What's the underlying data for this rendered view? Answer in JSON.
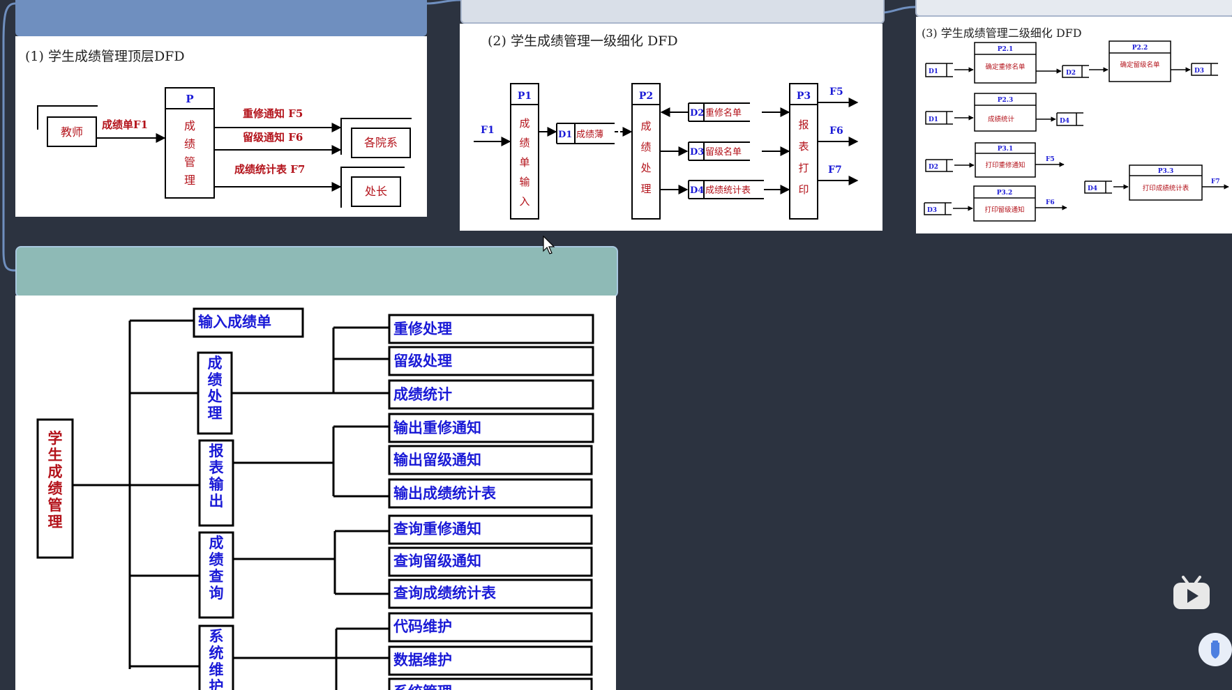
{
  "colors": {
    "background": "#2c3340",
    "bar_blue": "#6f8fbf",
    "bar_light": "#d9dfe8",
    "bar_teal": "#8ebab6",
    "text_blue": "#1a1ad6",
    "text_red": "#b3121a"
  },
  "panel1": {
    "title": "(1) 学生成绩管理顶层DFD",
    "process_id": "P",
    "process_name": [
      "成",
      "绩",
      "管",
      "理"
    ],
    "source": "教师",
    "in_flow": "成绩单F1",
    "sinks": [
      "各院系",
      "处长"
    ],
    "out_flows": [
      "重修通知 F5",
      "留级通知 F6",
      "成绩统计表 F7"
    ]
  },
  "panel2": {
    "title": "(2) 学生成绩管理一级细化 DFD",
    "input_flow": "F1",
    "p1": {
      "id": "P1",
      "name": [
        "成",
        "绩",
        "单",
        "输",
        "入"
      ]
    },
    "p2": {
      "id": "P2",
      "name": [
        "成",
        "绩",
        "处",
        "理"
      ]
    },
    "p3": {
      "id": "P3",
      "name": [
        "报",
        "表",
        "打",
        "印"
      ]
    },
    "stores": [
      {
        "id": "D1",
        "name": "成绩薄"
      },
      {
        "id": "D2",
        "name": "重修名单"
      },
      {
        "id": "D3",
        "name": "留级名单"
      },
      {
        "id": "D4",
        "name": "成绩统计表"
      }
    ],
    "outputs": [
      "F5",
      "F6",
      "F7"
    ]
  },
  "panel3": {
    "title": "(3) 学生成绩管理二级细化 DFD",
    "processes": [
      {
        "id": "P2.1",
        "name": "确定重修名单"
      },
      {
        "id": "P2.2",
        "name": "确定留级名单"
      },
      {
        "id": "P2.3",
        "name": "成绩统计"
      },
      {
        "id": "P3.1",
        "name": "打印重修通知"
      },
      {
        "id": "P3.2",
        "name": "打印留级通知"
      },
      {
        "id": "P3.3",
        "name": "打印成绩统计表"
      }
    ],
    "stores": [
      "D1",
      "D2",
      "D3",
      "D1",
      "D4",
      "D2",
      "D3",
      "D4"
    ],
    "flows": [
      "F5",
      "F6",
      "F7"
    ]
  },
  "tree": {
    "root": [
      "学",
      "生",
      "成",
      "绩",
      "管",
      "理"
    ],
    "input": "输入成绩单",
    "groups": [
      {
        "name": [
          "成",
          "绩",
          "处",
          "理"
        ],
        "children": [
          "重修处理",
          "留级处理",
          "成绩统计"
        ]
      },
      {
        "name": [
          "报",
          "表",
          "输",
          "出"
        ],
        "children": [
          "输出重修通知",
          "输出留级通知",
          "输出成绩统计表"
        ]
      },
      {
        "name": [
          "成",
          "绩",
          "查",
          "询"
        ],
        "children": [
          "查询重修通知",
          "查询留级通知",
          "查询成绩统计表"
        ]
      },
      {
        "name": [
          "系",
          "统",
          "维",
          "护"
        ],
        "children": [
          "代码维护",
          "数据维护",
          "系统管理"
        ]
      }
    ]
  },
  "floating": {
    "play_icon": "play-icon",
    "shield_icon": "shield-icon"
  }
}
